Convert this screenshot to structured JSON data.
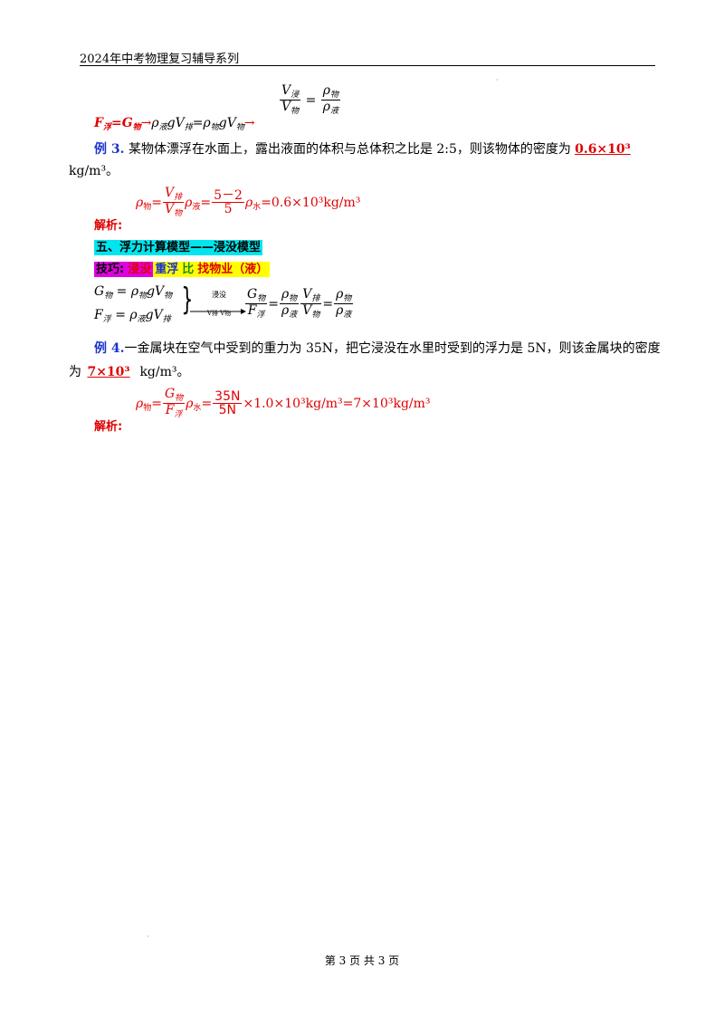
{
  "header": {
    "title": "2024年中考物理复习辅导系列"
  },
  "model4": {
    "fraction_top": {
      "num_V": "V",
      "num_sub": "浸",
      "den_V": "V",
      "den_sub": "物",
      "eq": "=",
      "rnum_rho": "ρ",
      "rnum_sub": "物",
      "rden_rho": "ρ",
      "rden_sub": "液"
    },
    "chain": {
      "a": "F",
      "a_sub": "浮",
      "b": "=G",
      "b_sub": "物",
      "arrow1": "→",
      "c1": "ρ",
      "c1_sub": "液",
      "c2": "gV",
      "c2_sub": "排",
      "eq": "=",
      "d1": "ρ",
      "d1_sub": "物",
      "d2": "gV",
      "d2_sub": "物",
      "arrow2": "→"
    }
  },
  "example3": {
    "label": "例 3.",
    "text": "某物体漂浮在水面上，露出液面的体积与总体积之比是 2:5，则该物体的密度为",
    "answer": "0.6×10³",
    "unit": "kg/m³。",
    "analysis_label": "解析:",
    "formula": {
      "lhs_rho": "ρ",
      "lhs_sub": "物",
      "eq1": "=",
      "f1_num": "V",
      "f1_num_sub": "排",
      "f1_den": "V",
      "f1_den_sub": "物",
      "rho1": "ρ",
      "rho1_sub": "液",
      "eq2": "=",
      "f2_num": "5－2",
      "f2_den": "5",
      "rho2": "ρ",
      "rho2_sub": "水",
      "result": "=0.6×10³kg/m³"
    }
  },
  "section5": {
    "title": "五、浮力计算模型——浸没模型"
  },
  "tip": {
    "label": "技巧:",
    "w1": "浸没",
    "w2": "重浮",
    "w3": "比",
    "w4": "找物业（液）"
  },
  "model5": {
    "row1": {
      "G": "G",
      "G_sub": "物",
      "eq": "=",
      "rho": "ρ",
      "rho_sub": "物",
      "gV": "gV",
      "gV_sub": "物"
    },
    "row2": {
      "F": "F",
      "F_sub": "浮",
      "eq": "=",
      "rho": "ρ",
      "rho_sub": "液",
      "gV": "gV",
      "gV_sub": "排"
    },
    "arrow_top": "浸没",
    "arrow_bottom": "V排  V物",
    "result": {
      "f1_num": "G",
      "f1_num_sub": "物",
      "f1_den": "F",
      "f1_den_sub": "浮",
      "eq1": "=",
      "f2_num": "ρ",
      "f2_num_sub": "物",
      "f2_den": "ρ",
      "f2_den_sub": "液",
      "f3_num": "V",
      "f3_num_sub": "排",
      "f3_den": "V",
      "f3_den_sub": "物",
      "eq2": "=",
      "f4_num": "ρ",
      "f4_num_sub": "物",
      "f4_den": "ρ",
      "f4_den_sub": "液"
    }
  },
  "example4": {
    "label": "例 4.",
    "text_line1": "一金属块在空气中受到的重力为 35N，把它浸没在水里时受到的浮力是 5N，则该金属块的密度",
    "text_line2_pre": "为",
    "answer": "7×10³",
    "unit": "kg/m³。",
    "analysis_label": "解析:",
    "formula": {
      "lhs_rho": "ρ",
      "lhs_sub": "物",
      "eq1": "=",
      "f1_num": "G",
      "f1_num_sub": "物",
      "f1_den": "F",
      "f1_den_sub": "浮",
      "rho1": "ρ",
      "rho1_sub": "水",
      "eq2": "=",
      "f2_num": "35N",
      "f2_den": "5N",
      "result": "×1.0×10³kg/m³=7×10³kg/m³"
    }
  },
  "footer": {
    "text": "第 3 页 共 3 页"
  },
  "colors": {
    "red": "#e00000",
    "blue": "#1a33cc",
    "cyan": "#00e5ee",
    "magenta": "#e000e0",
    "yellow": "#ffff00"
  }
}
